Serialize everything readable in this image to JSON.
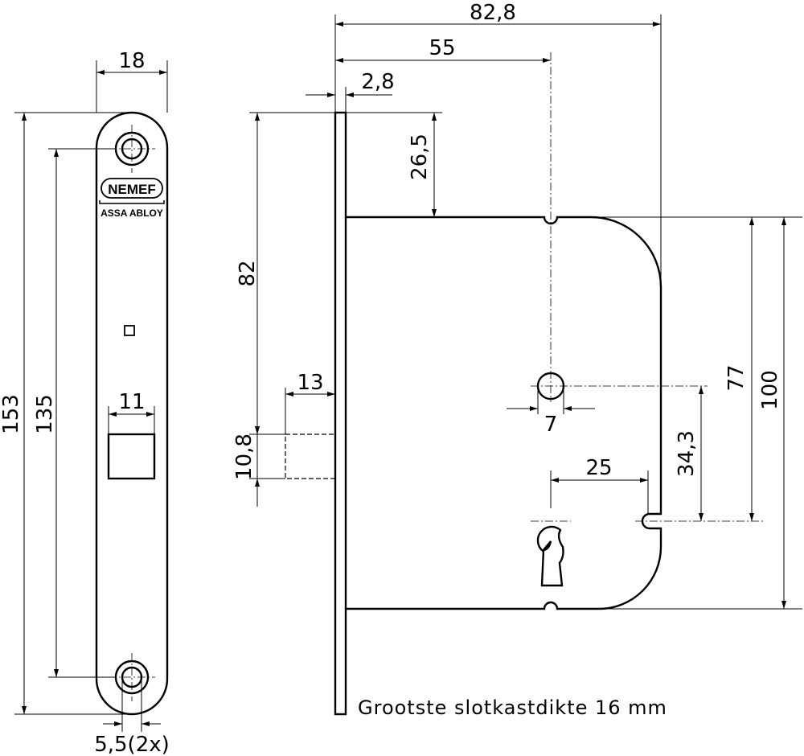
{
  "drawing": {
    "dimensions": {
      "faceplate_width": "18",
      "faceplate_length": "153",
      "screw_spacing": "135",
      "latch_width": "11",
      "screw_holes": "5,5(2x)",
      "total_depth": "82,8",
      "backset": "55",
      "plate_thickness": "2,8",
      "case_offset_top": "26,5",
      "follower_height": "82",
      "bolt_throw": "13",
      "bolt_height": "10,8",
      "follower_diameter": "7",
      "key_distance": "25",
      "center_distance": "34,3",
      "case_height_upper": "77",
      "case_height": "100"
    },
    "logo": {
      "brand": "NEMEF",
      "group": "ASSA ABLOY"
    },
    "caption": "Grootste slotkastdikte 16 mm"
  }
}
